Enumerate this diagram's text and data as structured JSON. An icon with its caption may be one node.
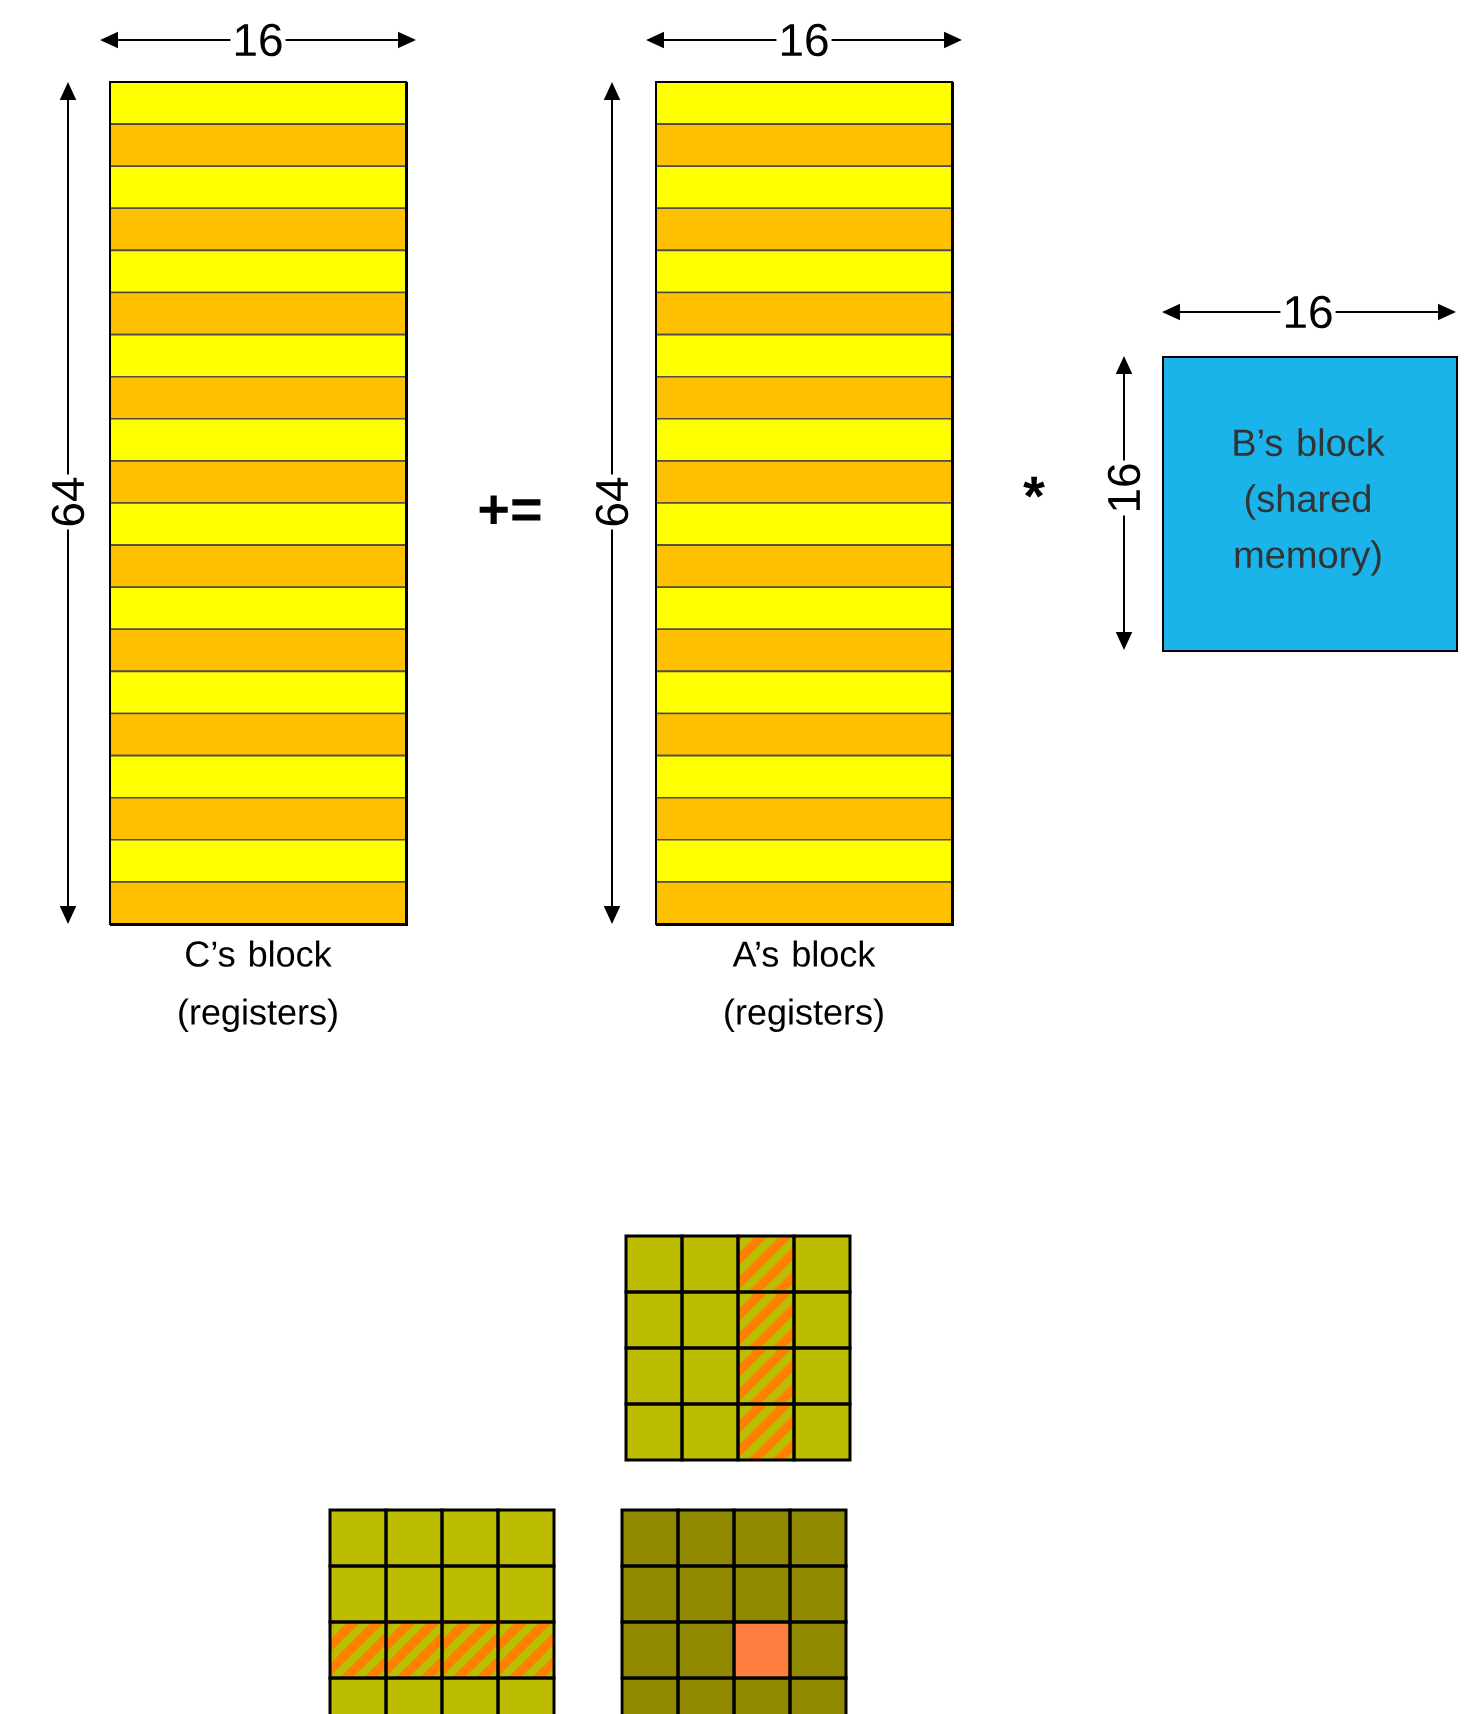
{
  "diagram": {
    "nodes": [
      {
        "text": [
          "C’s block (registers)"
        ]
      },
      {
        "text": [
          "A’s block (registers)"
        ]
      },
      {
        "text": [
          "B’s block (shared memory)"
        ]
      }
    ],
    "labels": [
      "16",
      "16",
      "16",
      "64",
      "+=",
      "64",
      "*",
      "16"
    ]
  }
}
